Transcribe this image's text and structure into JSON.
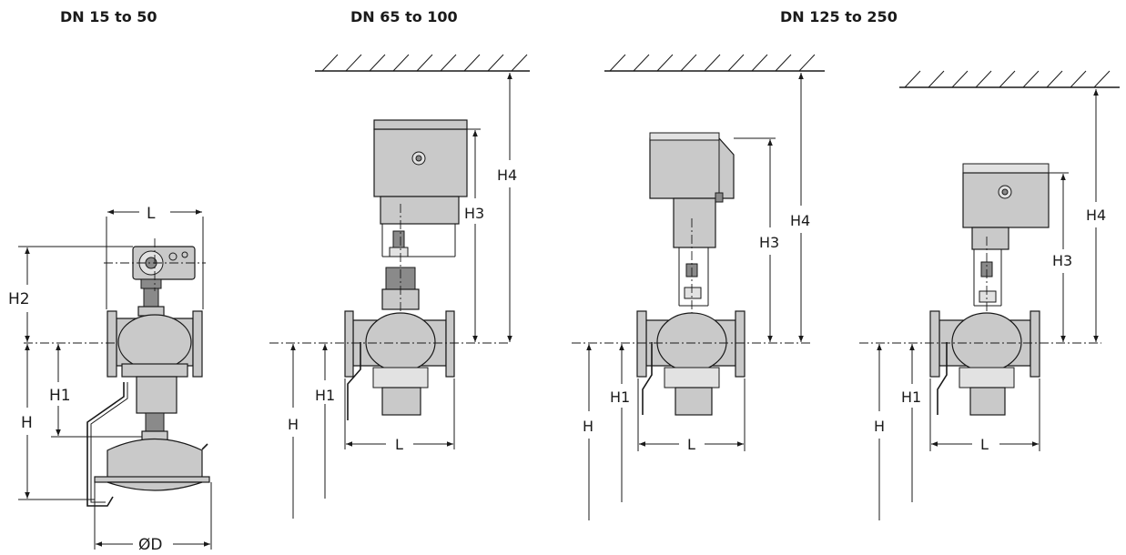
{
  "headings": {
    "group1": "DN 15 to 50",
    "group2": "DN 65 to 100",
    "group3": "DN 125 to 250"
  },
  "dimensions": {
    "L": "L",
    "H": "H",
    "H1": "H1",
    "H2": "H2",
    "H3": "H3",
    "H4": "H4",
    "D": "ØD"
  },
  "colors": {
    "line": "#1a1a1a",
    "body_fill": "#c9c9c9",
    "dark_fill": "#8a8a8a",
    "light_fill": "#e2e2e2"
  },
  "icons": {
    "ceiling": "hatched-ceiling-line",
    "arrow": "dimension-arrow"
  }
}
